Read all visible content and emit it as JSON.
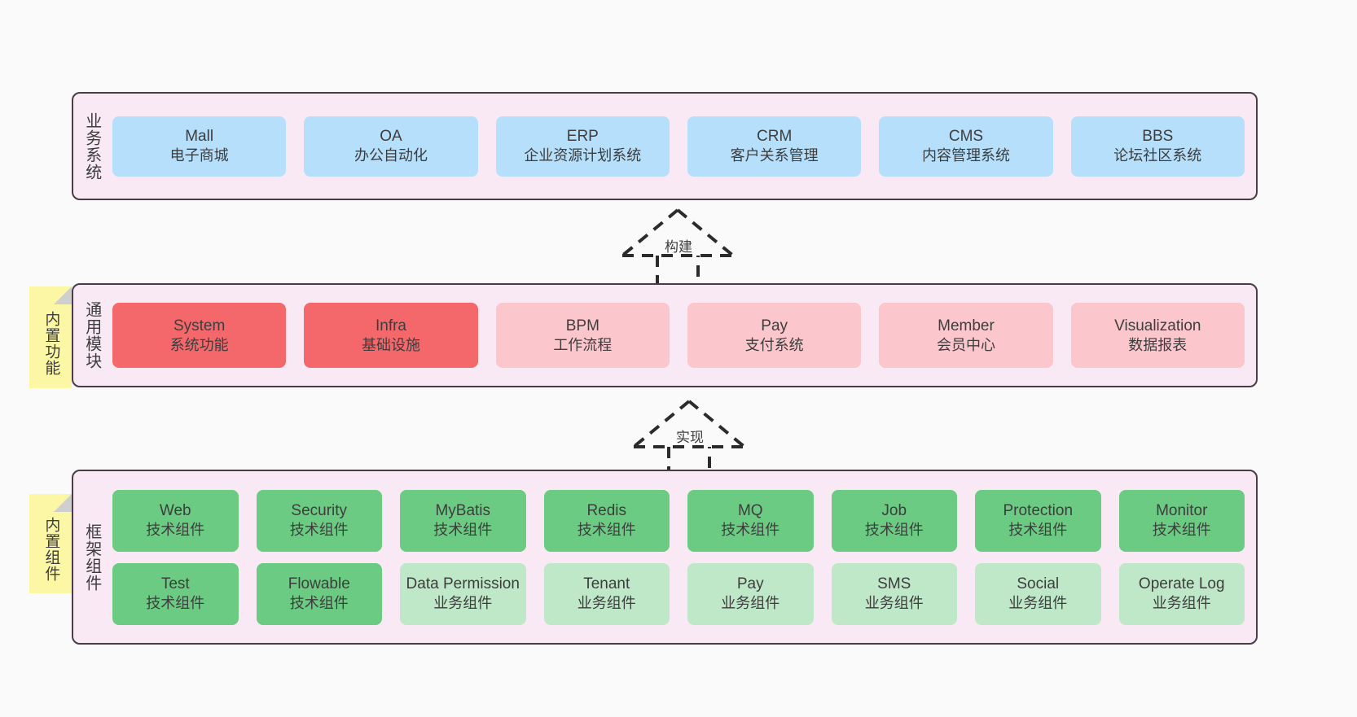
{
  "diagram": {
    "background_color": "#fafafa",
    "layer_fill": "#f8e9f4",
    "layer_border": "#4a3b46",
    "note_color": "#fbf7a5"
  },
  "layers": [
    {
      "id": "business",
      "title": "业务系统",
      "box_color": "#b6dffb",
      "rows": [
        {
          "boxes": [
            {
              "name": "Mall",
              "sub": "电子商城",
              "variant": "default"
            },
            {
              "name": "OA",
              "sub": "办公自动化",
              "variant": "default"
            },
            {
              "name": "ERP",
              "sub": "企业资源计划系统",
              "variant": "default"
            },
            {
              "name": "CRM",
              "sub": "客户关系管理",
              "variant": "default"
            },
            {
              "name": "CMS",
              "sub": "内容管理系统",
              "variant": "default"
            },
            {
              "name": "BBS",
              "sub": "论坛社区系统",
              "variant": "default"
            }
          ]
        }
      ]
    },
    {
      "id": "modules",
      "title": "通用模块",
      "note": "内置功能",
      "box_color_strong": "#f4686c",
      "box_color_soft": "#fcc6cd",
      "rows": [
        {
          "boxes": [
            {
              "name": "System",
              "sub": "系统功能",
              "variant": "strong"
            },
            {
              "name": "Infra",
              "sub": "基础设施",
              "variant": "strong"
            },
            {
              "name": "BPM",
              "sub": "工作流程",
              "variant": "soft"
            },
            {
              "name": "Pay",
              "sub": "支付系统",
              "variant": "soft"
            },
            {
              "name": "Member",
              "sub": "会员中心",
              "variant": "soft"
            },
            {
              "name": "Visualization",
              "sub": "数据报表",
              "variant": "soft"
            }
          ]
        }
      ]
    },
    {
      "id": "framework",
      "title": "框架组件",
      "note": "内置组件",
      "box_color_tech": "#6ccb82",
      "box_color_biz": "#bfe8c8",
      "rows": [
        {
          "boxes": [
            {
              "name": "Web",
              "sub": "技术组件",
              "variant": "tech"
            },
            {
              "name": "Security",
              "sub": "技术组件",
              "variant": "tech"
            },
            {
              "name": "MyBatis",
              "sub": "技术组件",
              "variant": "tech"
            },
            {
              "name": "Redis",
              "sub": "技术组件",
              "variant": "tech"
            },
            {
              "name": "MQ",
              "sub": "技术组件",
              "variant": "tech"
            },
            {
              "name": "Job",
              "sub": "技术组件",
              "variant": "tech"
            },
            {
              "name": "Protection",
              "sub": "技术组件",
              "variant": "tech"
            },
            {
              "name": "Monitor",
              "sub": "技术组件",
              "variant": "tech"
            }
          ]
        },
        {
          "boxes": [
            {
              "name": "Test",
              "sub": "技术组件",
              "variant": "tech"
            },
            {
              "name": "Flowable",
              "sub": "技术组件",
              "variant": "tech"
            },
            {
              "name": "Data Permission",
              "sub": "业务组件",
              "variant": "biz"
            },
            {
              "name": "Tenant",
              "sub": "业务组件",
              "variant": "biz"
            },
            {
              "name": "Pay",
              "sub": "业务组件",
              "variant": "biz"
            },
            {
              "name": "SMS",
              "sub": "业务组件",
              "variant": "biz"
            },
            {
              "name": "Social",
              "sub": "业务组件",
              "variant": "biz"
            },
            {
              "name": "Operate Log",
              "sub": "业务组件",
              "variant": "biz"
            }
          ]
        }
      ]
    }
  ],
  "connectors": [
    {
      "id": "build",
      "label": "构建",
      "style": "dashed-generalization",
      "direction": "up"
    },
    {
      "id": "impl",
      "label": "实现",
      "style": "dashed-generalization",
      "direction": "up"
    }
  ]
}
